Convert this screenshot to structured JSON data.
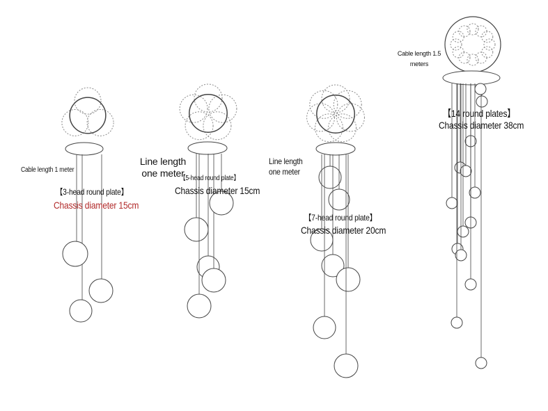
{
  "colors": {
    "line": "#444444",
    "dash": "#8a8a8a",
    "accent_red": "#b12a2a",
    "text": "#111111"
  },
  "fixtures": [
    {
      "cable_label": "Cable length 1 meter",
      "type_label": "【3-head round plate】",
      "chassis_label": "Chassis diameter 15cm",
      "chassis_color": "red"
    },
    {
      "cable_label": "Line length one meter",
      "type_label": "【5-head round plate】",
      "chassis_label": "Chassis diameter 15cm"
    },
    {
      "cable_label": "Line length one meter",
      "type_label": "【7-head round plate】",
      "chassis_label": "Chassis diameter 20cm"
    },
    {
      "cable_label": "Cable length 1.5 meters",
      "type_label": "【14 round plates】",
      "chassis_label": "Chassis diameter 38cm"
    }
  ]
}
